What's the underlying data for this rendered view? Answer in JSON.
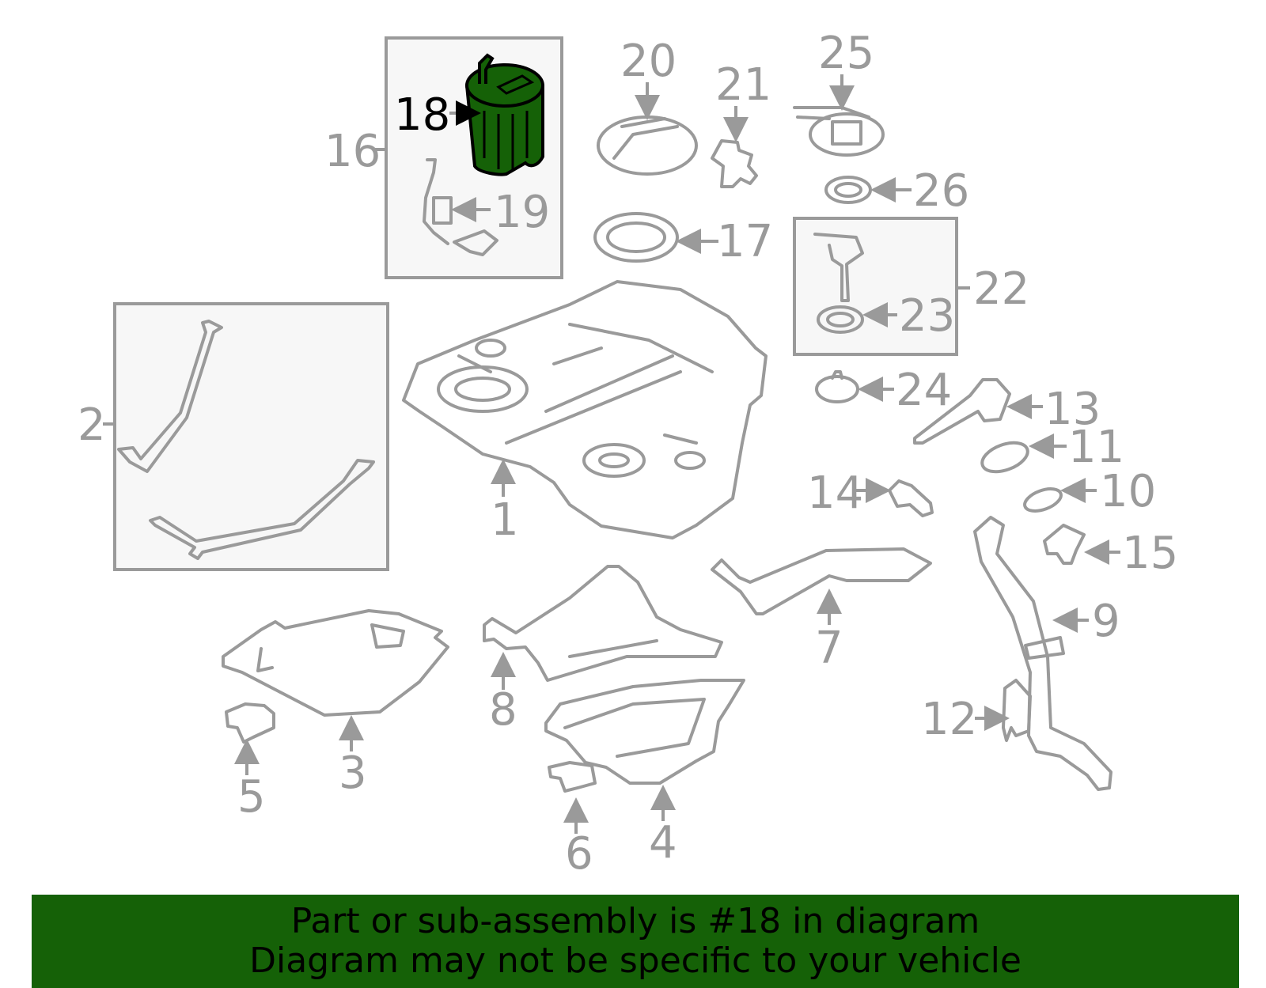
{
  "diagram": {
    "highlighted_part": "18",
    "highlight_color": "#156107",
    "line_color": "#9a9a9a",
    "callouts": {
      "c1": "1",
      "c2": "2",
      "c3": "3",
      "c4": "4",
      "c5": "5",
      "c6": "6",
      "c7": "7",
      "c8": "8",
      "c9": "9",
      "c10": "10",
      "c11": "11",
      "c12": "12",
      "c13": "13",
      "c14": "14",
      "c15": "15",
      "c16": "16",
      "c17": "17",
      "c18": "18",
      "c19": "19",
      "c20": "20",
      "c21": "21",
      "c22": "22",
      "c23": "23",
      "c24": "24",
      "c25": "25",
      "c26": "26"
    }
  },
  "footer": {
    "line1": "Part or sub-assembly is #18 in diagram",
    "line2": "Diagram may not be specific to your vehicle",
    "background": "#156107"
  }
}
